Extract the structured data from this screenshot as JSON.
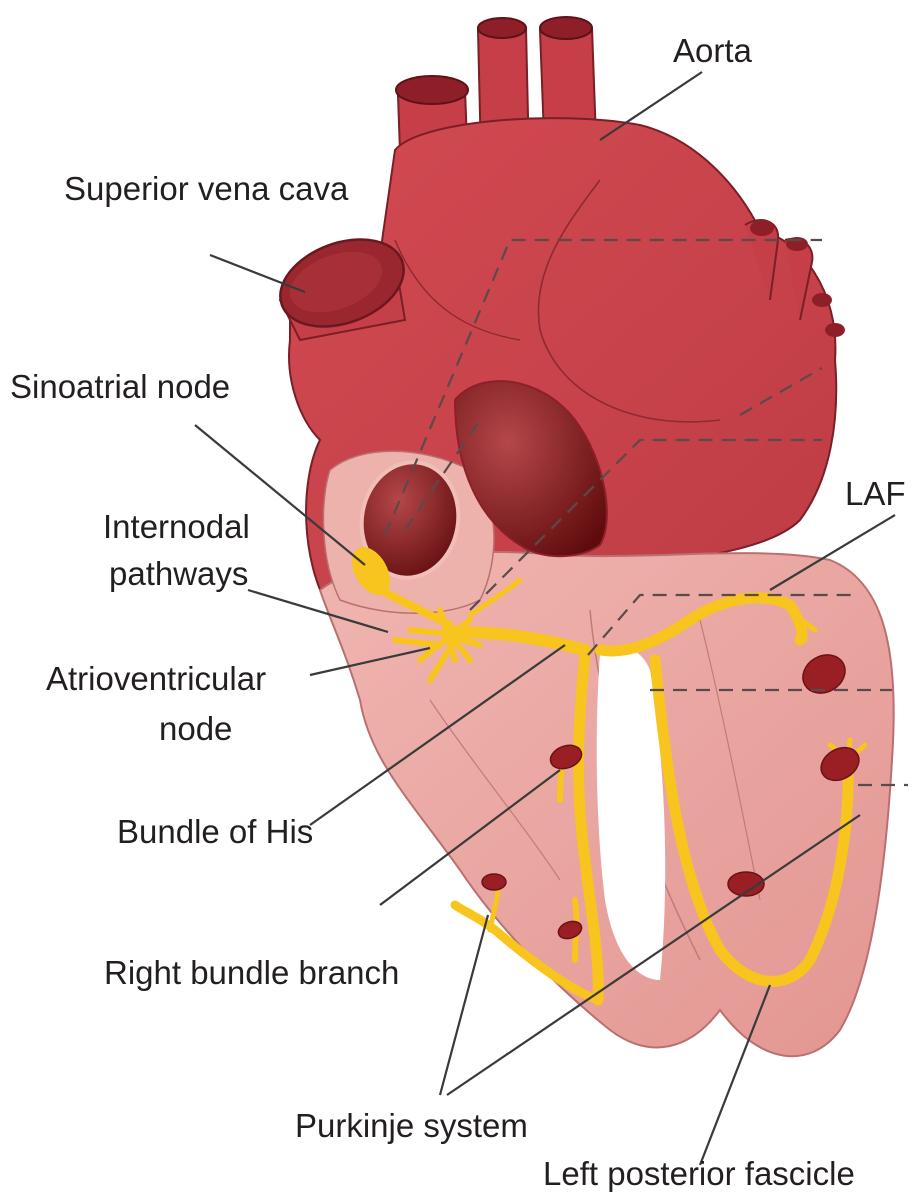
{
  "labels": {
    "aorta": "Aorta",
    "svc": "Superior vena cava",
    "sa_node": "Sinoatrial node",
    "internodal_1": "Internodal",
    "internodal_2": "pathways",
    "av_node_1": "Atrioventricular",
    "av_node_2": "node",
    "bundle_his": "Bundle of His",
    "laf": "LAF",
    "rbb": "Right bundle branch",
    "purkinje": "Purkinje system",
    "lpf": "Left posterior fascicle"
  },
  "colors": {
    "heart_dark": "#c7404a",
    "heart_light": "#e8a09c",
    "conduction": "#f7c51e",
    "cavity": "#7a1010"
  }
}
